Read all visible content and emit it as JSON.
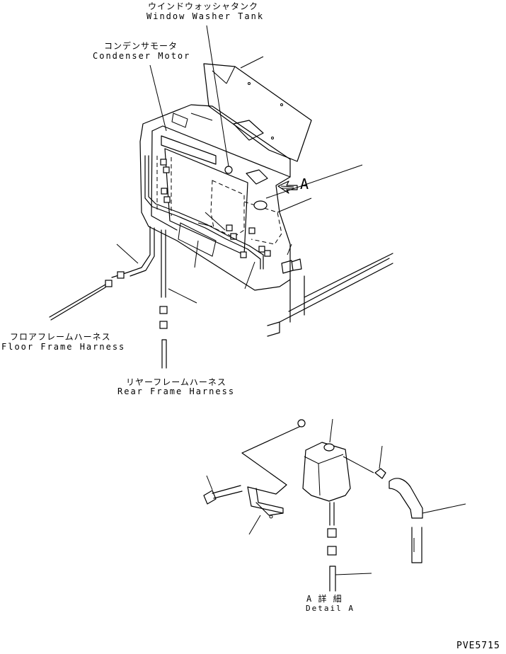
{
  "labels": {
    "window_washer_tank_jp": "ウインドウォッシャタンク",
    "window_washer_tank_en": "Window Washer Tank",
    "condenser_motor_jp": "コンデンサモータ",
    "condenser_motor_en": "Condenser Motor",
    "floor_frame_harness_jp": "フロアフレームハーネス",
    "floor_frame_harness_en": "Floor Frame Harness",
    "rear_frame_harness_jp": "リヤーフレームハーネス",
    "rear_frame_harness_en": "Rear Frame Harness",
    "view_a_marker": "A",
    "detail_a_jp": "A 詳 細",
    "detail_a_en": "Detail A",
    "drawing_code": "PVE5715"
  }
}
